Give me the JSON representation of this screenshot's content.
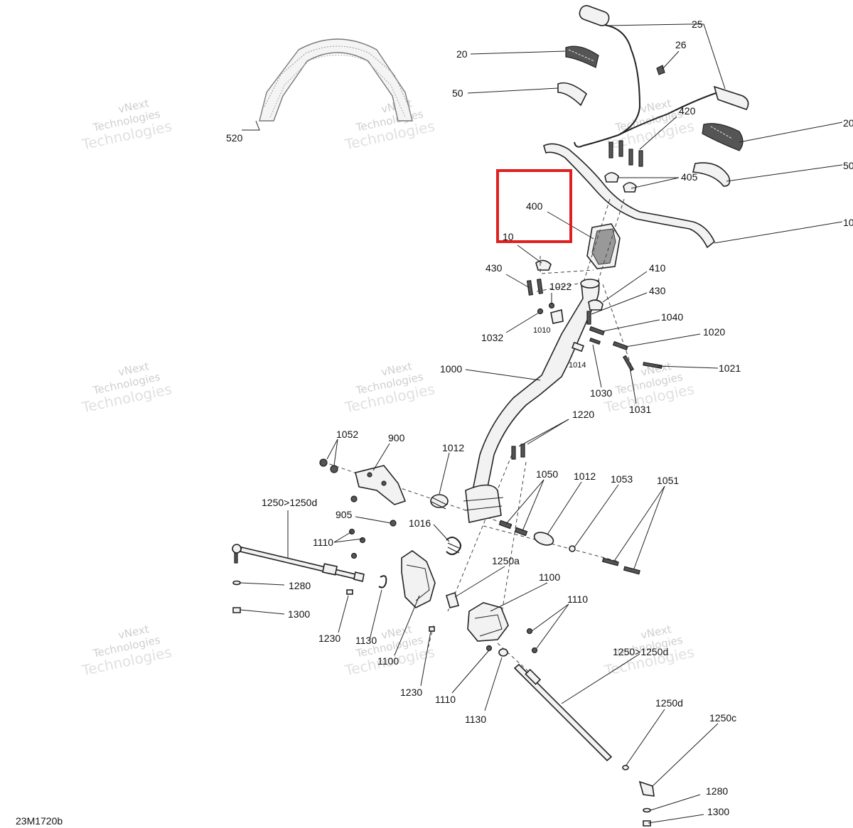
{
  "diagram_code": "23M1720b",
  "watermark": {
    "line1": "vNext",
    "line2": "Technologies",
    "line3": "Technologies"
  },
  "highlight_color": "#e02020",
  "labels": {
    "l25": "25",
    "l26": "26",
    "l20a": "20",
    "l20b": "20",
    "l50a": "50",
    "l50b": "50",
    "l520": "520",
    "l420": "420",
    "l405": "405",
    "l400": "400",
    "l10a": "10",
    "l10b": "10",
    "l430a": "430",
    "l430b": "430",
    "l410": "410",
    "l1022": "1022",
    "l1040": "1040",
    "l1010": "1010",
    "l1032": "1032",
    "l1020": "1020",
    "l1014": "1014",
    "l1021": "1021",
    "l1000": "1000",
    "l1030": "1030",
    "l1031": "1031",
    "l1220": "1220",
    "l1052": "1052",
    "l900": "900",
    "l1012a": "1012",
    "l1012b": "1012",
    "l1050": "1050",
    "l1053": "1053",
    "l1051": "1051",
    "l1250a_range": "1250>1250d",
    "l905": "905",
    "l1016": "1016",
    "l1110a": "1110",
    "l1250a": "1250a",
    "l1100a": "1100",
    "l1110b": "1110",
    "l1280a": "1280",
    "l1300a": "1300",
    "l1230a": "1230",
    "l1130a": "1130",
    "l1100b": "1100",
    "l1230b": "1230",
    "l1110c": "1110",
    "l1130b": "1130",
    "l1250b_range": "1250>1250d",
    "l1250d": "1250d",
    "l1250c": "1250c",
    "l1280b": "1280",
    "l1300b": "1300"
  }
}
